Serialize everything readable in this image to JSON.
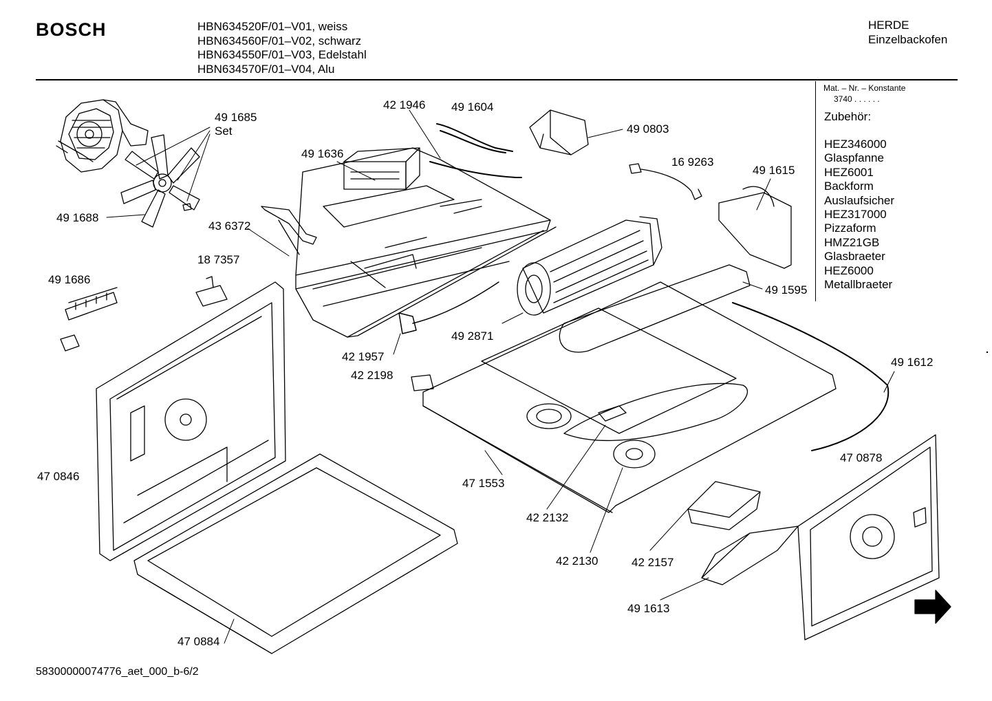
{
  "header": {
    "brand": "BOSCH",
    "models": [
      "HBN634520F/01–V01, weiss",
      "HBN634560F/01–V02, schwarz",
      "HBN634550F/01–V03, Edelstahl",
      "HBN634570F/01–V04, Alu"
    ],
    "category": "HERDE",
    "subcategory": "Einzelbackofen"
  },
  "side_panel": {
    "mat_label": "Mat. – Nr. – Konstante",
    "mat_value": "3740  .  .   .  .  .  .",
    "accessories_title": "Zubehör:",
    "accessories": [
      "HEZ346000",
      "Glaspfanne",
      "HEZ6001",
      "Backform",
      "Auslaufsicher",
      "HEZ317000",
      "Pizzaform",
      "HMZ21GB",
      "Glasbraeter",
      "HEZ6000",
      "Metallbraeter"
    ]
  },
  "part_labels": [
    {
      "key": "491685",
      "text": "49 1685"
    },
    {
      "key": "set",
      "text": "Set"
    },
    {
      "key": "491688",
      "text": "49 1688"
    },
    {
      "key": "421946",
      "text": "42 1946"
    },
    {
      "key": "491604",
      "text": "49 1604"
    },
    {
      "key": "490803",
      "text": "49 0803"
    },
    {
      "key": "491636",
      "text": "49 1636"
    },
    {
      "key": "169263",
      "text": "16 9263"
    },
    {
      "key": "491615",
      "text": "49 1615"
    },
    {
      "key": "436372",
      "text": "43 6372"
    },
    {
      "key": "187357",
      "text": "18 7357"
    },
    {
      "key": "491686",
      "text": "49 1686"
    },
    {
      "key": "491595",
      "text": "49 1595"
    },
    {
      "key": "492871",
      "text": "49 2871"
    },
    {
      "key": "421957",
      "text": "42 1957"
    },
    {
      "key": "422198",
      "text": "42 2198"
    },
    {
      "key": "491612",
      "text": "49 1612"
    },
    {
      "key": "470846",
      "text": "47 0846"
    },
    {
      "key": "471553",
      "text": "47 1553"
    },
    {
      "key": "470878",
      "text": "47 0878"
    },
    {
      "key": "422132",
      "text": "42 2132"
    },
    {
      "key": "422130",
      "text": "42 2130"
    },
    {
      "key": "422157",
      "text": "42 2157"
    },
    {
      "key": "491613",
      "text": "49 1613"
    },
    {
      "key": "470884",
      "text": "47 0884"
    }
  ],
  "footer": {
    "doc_id": "58300000074776_aet_000_b-6/2"
  }
}
